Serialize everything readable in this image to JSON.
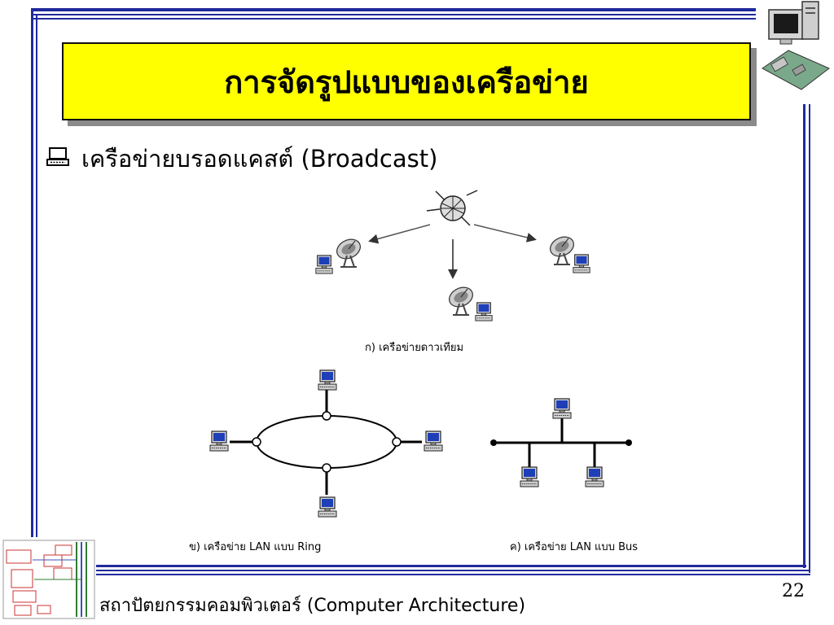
{
  "title": "การจัดรูปแบบของเครือข่าย",
  "bullet": {
    "icon": "computer-icon",
    "text": "เครือข่ายบรอดแคสต์ (Broadcast)"
  },
  "diagram": {
    "satellite_caption": "ก) เครือข่ายดาวเทียม",
    "ring_caption": "ข) เครือข่าย LAN แบบ Ring",
    "bus_caption": "ค) เครือข่าย LAN แบบ Bus"
  },
  "footer": {
    "text": "สถาปัตยกรรมคอมพิวเตอร์ (Computer Architecture)",
    "page_number": "22"
  },
  "colors": {
    "frame": "#1f2a9c",
    "title_bg": "#ffff00"
  }
}
